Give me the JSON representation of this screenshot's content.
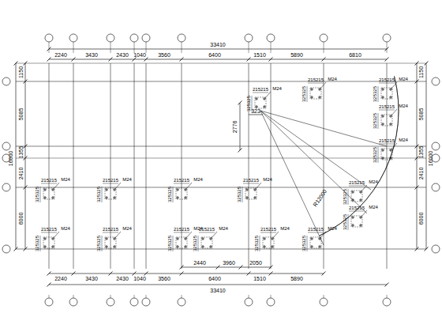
{
  "diagram": {
    "labels": [
      "33410",
      "2240",
      "3430",
      "2430",
      "1040",
      "3560",
      "6400",
      "1510",
      "5890",
      "6810",
      "33410",
      "2240",
      "3430",
      "2430",
      "1040",
      "3560",
      "6400",
      "1510",
      "5890",
      "2440",
      "3960",
      "2050",
      "1150",
      "5085",
      "1355",
      "2410",
      "6000",
      "16000",
      "1150",
      "5085",
      "1355",
      "2410",
      "6000",
      "16000",
      "2776",
      "323",
      "R12000",
      "215",
      "215",
      "M24",
      "325",
      "325",
      "215",
      "215",
      "M24",
      "325",
      "325",
      "215",
      "215",
      "M24",
      "325",
      "325",
      "215",
      "215",
      "M24",
      "325",
      "325",
      "215",
      "215",
      "M24",
      "325",
      "325",
      "215",
      "215",
      "M24",
      "325",
      "325",
      "215",
      "215",
      "M24",
      "325",
      "325",
      "215",
      "215",
      "M24",
      "325",
      "325",
      "215",
      "215",
      "M24",
      "325",
      "325",
      "215",
      "215",
      "M24",
      "325",
      "325",
      "215",
      "215",
      "M24",
      "325",
      "325",
      "215",
      "215",
      "M24",
      "325",
      "325",
      "215",
      "215",
      "M24",
      "325",
      "325",
      "215",
      "215",
      "M24",
      "325",
      "325",
      "215",
      "215",
      "M24",
      "325",
      "325",
      "215",
      "215",
      "M24",
      "325",
      "325",
      "215",
      "215",
      "M24",
      "325",
      "325"
    ]
  }
}
